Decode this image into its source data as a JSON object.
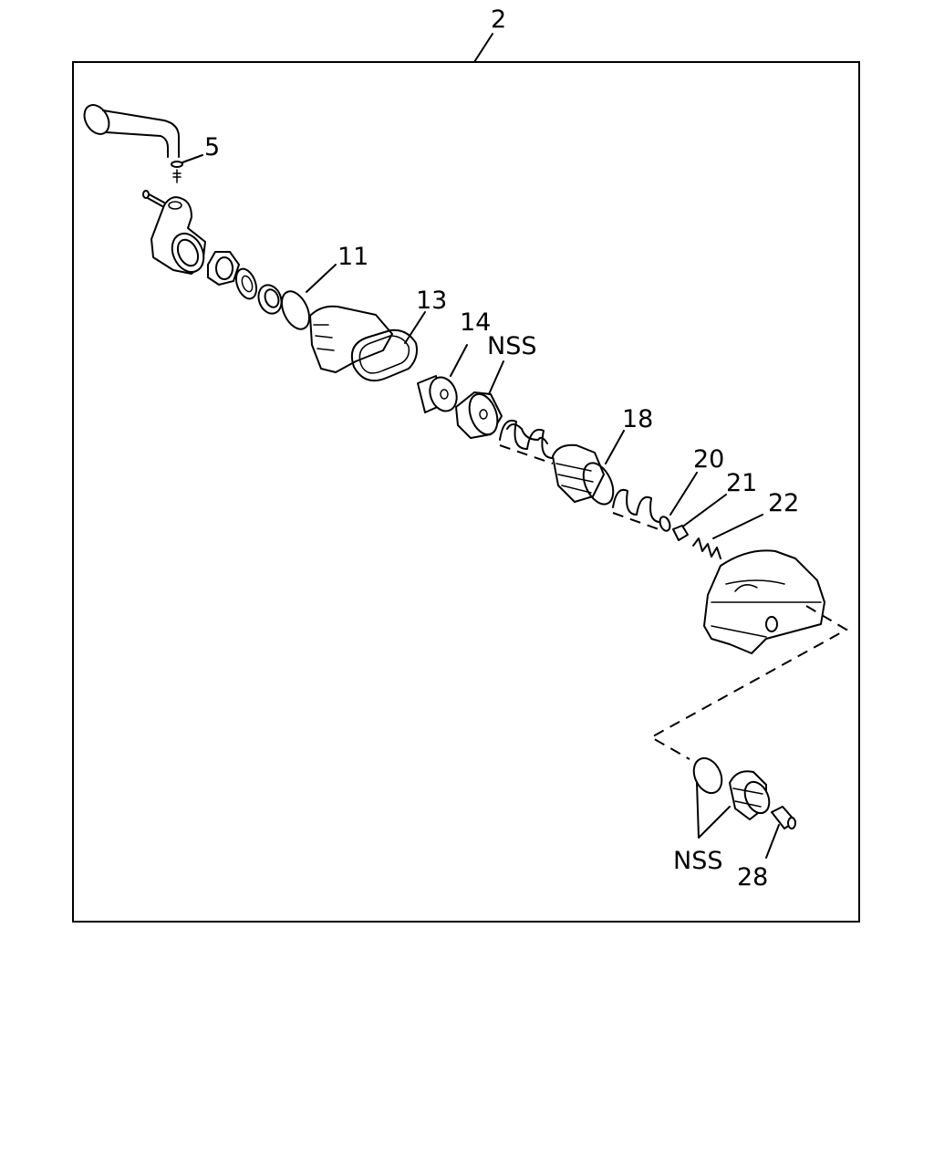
{
  "diagram": {
    "callouts": {
      "assembly": "2",
      "c5": "5",
      "c11": "11",
      "c13": "13",
      "c14": "14",
      "nss_top": "NSS",
      "c18": "18",
      "c20": "20",
      "c21": "21",
      "c22": "22",
      "nss_bottom": "NSS",
      "c28": "28"
    }
  }
}
